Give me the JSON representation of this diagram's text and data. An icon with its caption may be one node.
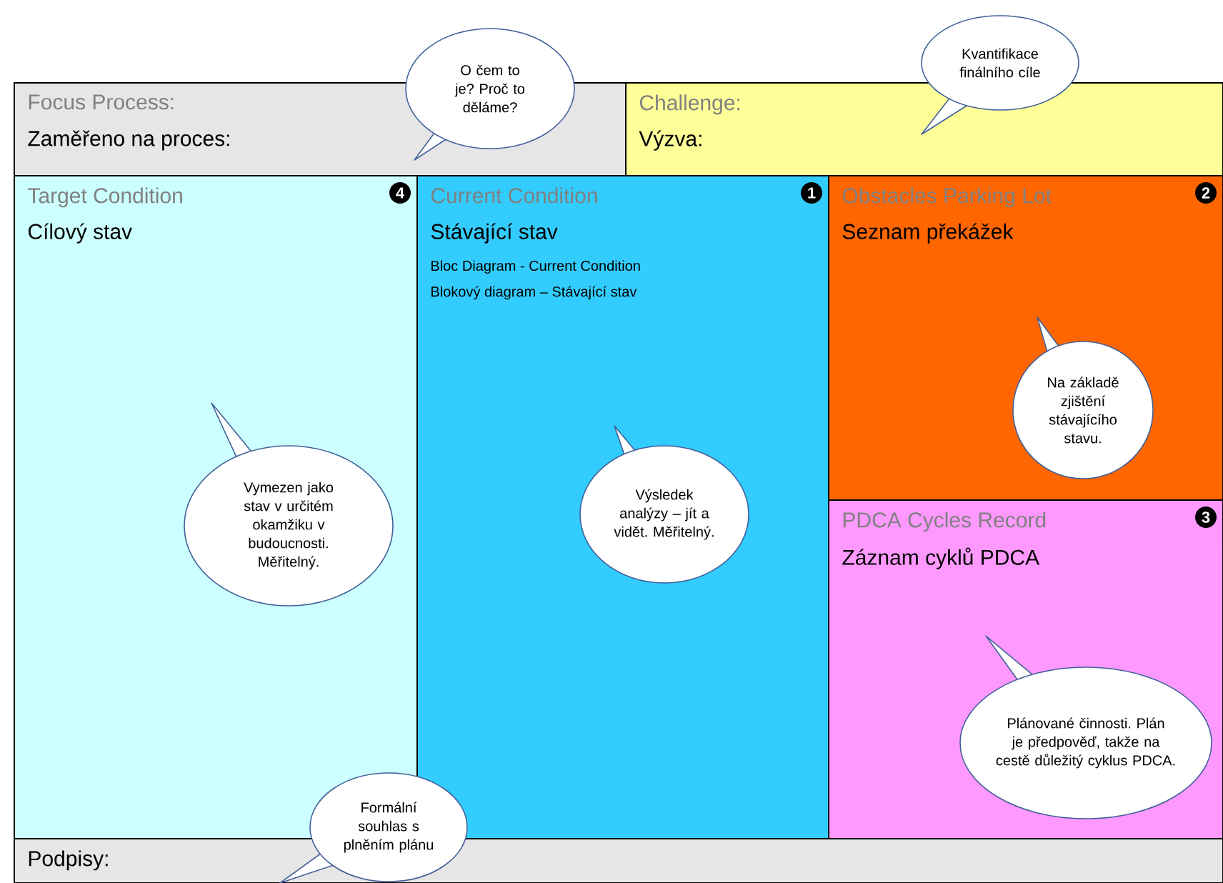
{
  "diagram": {
    "nodes": [
      {
        "text": [
          "Focus Process:",
          "Zaměřeno na proces:"
        ]
      },
      {
        "text": [
          "Challenge:",
          "Výzva:"
        ]
      },
      {
        "text": [
          "Target Condition",
          "Cílový stav"
        ],
        "beside": [
          "4"
        ]
      },
      {
        "text": [
          "Current Condition",
          "Stávající stav",
          "Bloc Diagram - Current Condition",
          "Blokový diagram – Stávající stav"
        ],
        "beside": [
          "1"
        ]
      },
      {
        "text": [
          "Obstacles Parking Lot",
          "Seznam překážek"
        ],
        "beside": [
          "2"
        ]
      },
      {
        "text": [
          "PDCA Cycles Record",
          "Záznam cyklů PDCA"
        ],
        "beside": [
          "3"
        ]
      },
      {
        "text": [
          "Podpisy:"
        ]
      },
      {
        "text": [
          "O čem to je? Proč to děláme?"
        ]
      },
      {
        "text": [
          "Kvantifikace finálního cíle"
        ]
      },
      {
        "text": [
          "Vymezen jako stav v určitém okamžiku v budoucnosti. Měřitelný."
        ],
        "in": 2
      },
      {
        "text": [
          "Výsledek analýzy – jít a vidět. Měřitelný."
        ],
        "in": 3
      },
      {
        "text": [
          "Na základě zjištění stávajícího stavu."
        ],
        "in": 4
      },
      {
        "text": [
          "Plánované činnosti. Plán je předpověď, takže na cestě důležitý cyklus PDCA."
        ],
        "in": 5
      },
      {
        "text": [
          "Formální souhlas s plněním plánu"
        ]
      }
    ]
  }
}
